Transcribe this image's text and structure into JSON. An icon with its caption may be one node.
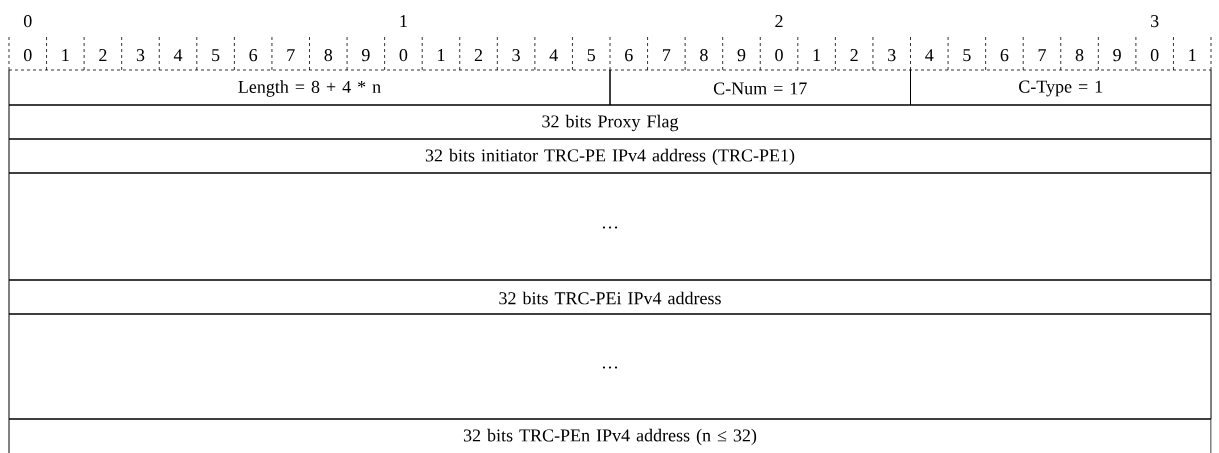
{
  "diagram": {
    "nodes": [
      {
        "text": [
          "Length = 8 + 4 * n"
        ]
      },
      {
        "text": [
          "C-Num = 17"
        ]
      },
      {
        "text": [
          "C-Type = 1"
        ]
      },
      {
        "text": [
          "32 bits Proxy Flag"
        ]
      },
      {
        "text": [
          "32 bits initiator TRC-PE IPv4 address (TRC-PE1)"
        ]
      },
      {
        "text": [
          "…"
        ]
      },
      {
        "text": [
          "32 bits TRC-PEi IPv4 address"
        ]
      },
      {
        "text": [
          "…"
        ]
      },
      {
        "text": [
          "32 bits TRC-PEn IPv4 address (n ≤ 32)"
        ]
      }
    ],
    "labels": [
      "0",
      "1",
      "2",
      "3",
      "0",
      "1",
      "2",
      "3",
      "4",
      "5",
      "6",
      "7",
      "8",
      "9",
      "0",
      "1",
      "2",
      "3",
      "4",
      "5",
      "6",
      "7",
      "8",
      "9",
      "0",
      "1",
      "2",
      "3",
      "4",
      "5",
      "6",
      "7",
      "8",
      "9",
      "0",
      "1"
    ]
  }
}
